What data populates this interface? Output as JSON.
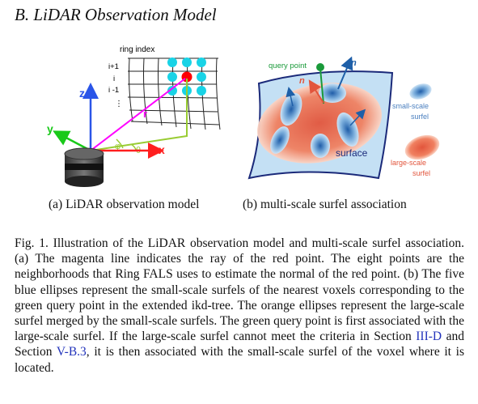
{
  "section_heading": "B.  LiDAR Observation Model",
  "figure_a": {
    "label_ring_index": "ring index",
    "label_i_plus_1": "i+1",
    "label_i": "i",
    "label_i_minus_1": "i -1",
    "label_dots": "⋮",
    "axis_z": "z",
    "axis_y": "y",
    "axis_x": "x",
    "label_r": "r",
    "label_phi": "φ",
    "label_theta": "θ",
    "colors": {
      "ray": "#ff00ff",
      "neighbor": "#19d3e6",
      "query": "#ff0000",
      "x_axis": "#ff1f1f",
      "y_axis": "#19c919",
      "z_axis": "#2a55e8",
      "green_line": "#99cc33"
    }
  },
  "figure_b": {
    "label_query_point": "query point",
    "label_n_top": "n",
    "label_n_mid": "n",
    "label_small_scale": "small-scale",
    "label_surfel_1": "surfel",
    "label_large_scale": "large-scale",
    "label_surfel_2": "surfel",
    "label_surface": "surface",
    "colors": {
      "query": "#1a9a3a",
      "small_surfel": "#2a6fc4",
      "large_surfel": "#e2553c",
      "surface_fill": "#c4e0f4"
    }
  },
  "subcaption_a": "(a) LiDAR observation model",
  "subcaption_b": "(b) multi-scale surfel association",
  "caption": {
    "lead": "Fig. 1.   Illustration of the LiDAR observation model and multi-scale surfel association. (a) The magenta line indicates the ray of the red point. The eight points are the neighborhoods that Ring FALS uses to estimate the normal of the red point. (b) The five blue ellipses represent the small-scale surfels of the nearest voxels corresponding to the green query point in the extended ikd-tree. The orange ellipses represent the large-scale surfel merged by the small-scale surfels. The green query point is first associated with the large-scale surfel. If the large-scale surfel cannot meet the criteria in Section ",
    "ref1": "III-D",
    "mid": " and Section ",
    "ref2": "V-B.3",
    "tail": ", it is then associated with the small-scale surfel of the voxel where it is located."
  }
}
